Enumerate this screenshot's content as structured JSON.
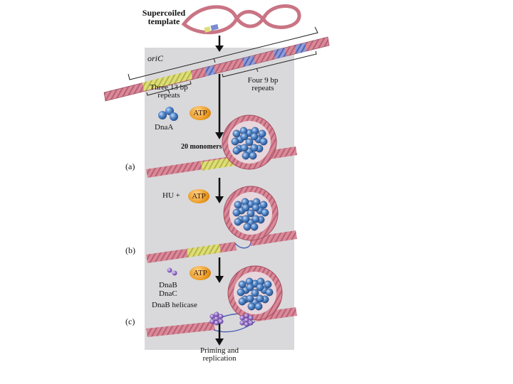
{
  "labels": {
    "supercoiled_template": [
      "Supercoiled",
      "template"
    ],
    "oric": "oriC",
    "three_13bp": [
      "Three 13 bp",
      "repeats"
    ],
    "four_9bp": [
      "Four 9 bp",
      "repeats"
    ],
    "dnaa": "DnaA",
    "atp": "ATP",
    "monomers": "20 monomers",
    "panel_a": "(a)",
    "panel_b": "(b)",
    "panel_c": "(c)",
    "hu_plus": "HU +",
    "dnab": "DnaB",
    "dnac": "DnaC",
    "dnab_helicase": "DnaB helicase",
    "priming": [
      "Priming and",
      "replication"
    ]
  },
  "colors": {
    "panel_bg": "#d9d9db",
    "dna_pink": "#d98a96",
    "dna_dark": "#a84a5e",
    "repeat_13bp": "#d8d86a",
    "repeat_9bp": "#6e7fc8",
    "protein_blue": "#3f74b8",
    "atp_orange": "#e8951c",
    "helicase_purple": "#8a63c0"
  }
}
